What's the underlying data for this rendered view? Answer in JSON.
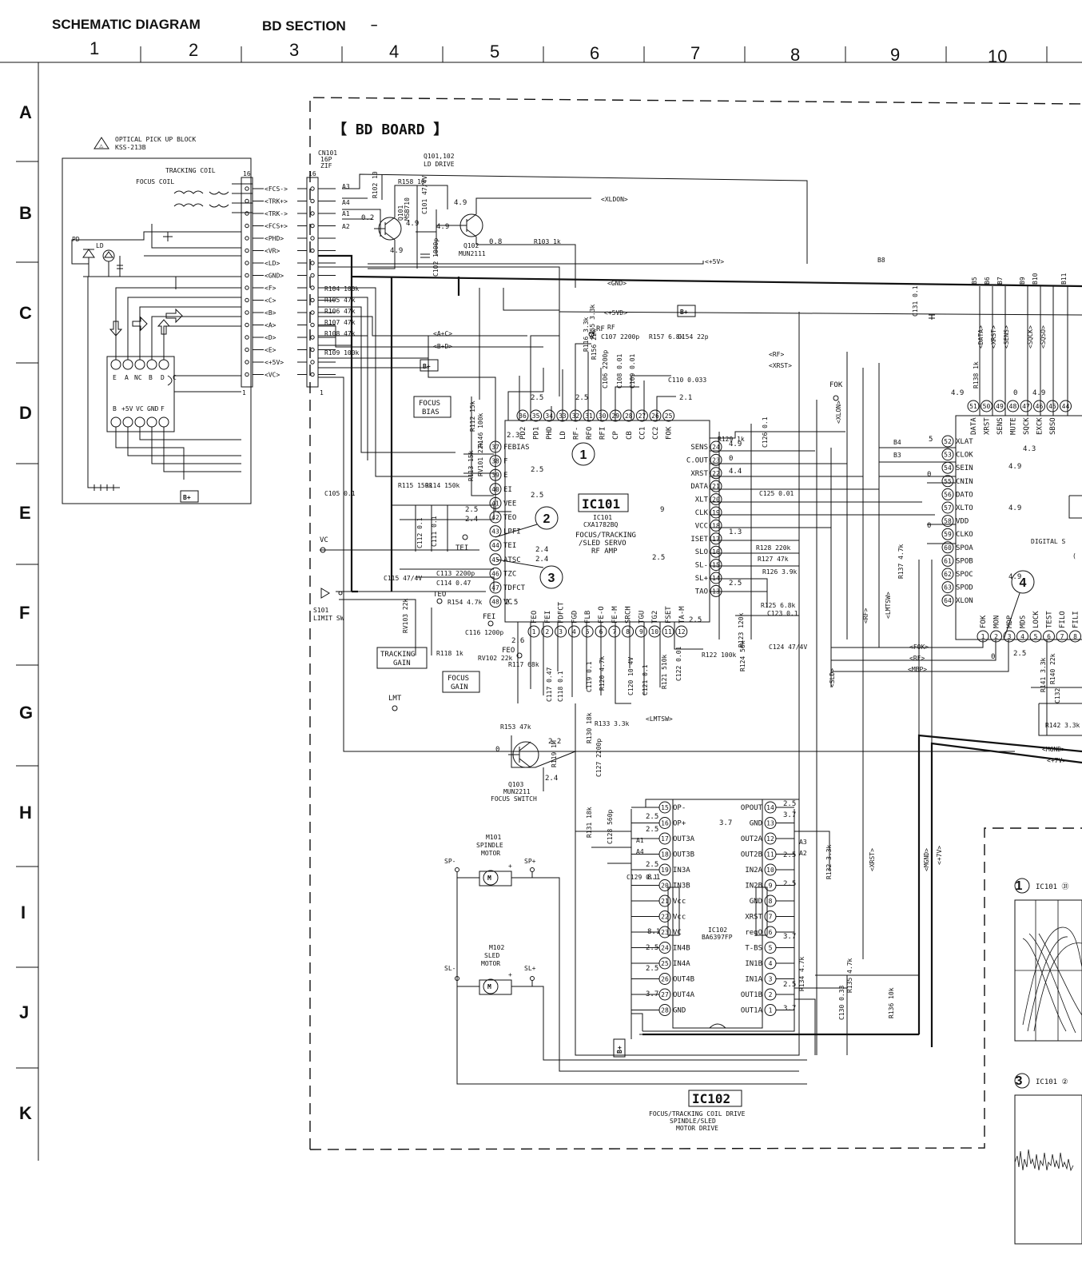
{
  "header": {
    "title": "SCHEMATIC DIAGRAM",
    "section": "BD SECTION",
    "dash": "–"
  },
  "grid": {
    "columns": [
      "1",
      "2",
      "3",
      "4",
      "5",
      "6",
      "7",
      "8",
      "9",
      "10"
    ],
    "rows": [
      "A",
      "B",
      "C",
      "D",
      "E",
      "F",
      "G",
      "H",
      "I",
      "J",
      "K"
    ]
  },
  "board": {
    "title": "【 BD BOARD 】"
  },
  "pickup": {
    "warning_symbol": "⚠",
    "title": "OPTICAL PICK UP BLOCK",
    "model": "KSS-213B",
    "tracking_coil": "TRACKING COIL",
    "focus_coil": "FOCUS COIL",
    "pd": "PD",
    "ld": "LD",
    "pins_top": [
      "E",
      "A",
      "NC",
      "B",
      "D",
      "C"
    ],
    "pins_bottom": [
      "B",
      "+5V",
      "VC",
      "GND",
      "F"
    ],
    "bplus": "B+"
  },
  "connector": {
    "ref": "CN101",
    "pins": "16P",
    "type": "ZIF",
    "pin_top": "16",
    "pin_bottom": "1",
    "signals": [
      "<FCS->",
      "<TRK+>",
      "<TRK->",
      "<FCS+>",
      "<PHD>",
      "<VR>",
      "<LD>",
      "<GND>",
      "<F>",
      "<C>",
      "<B>",
      "<A>",
      "<D>",
      "<E>",
      "<+5V>",
      "<VC>"
    ]
  },
  "ld_drive": {
    "title": "Q101,102",
    "subtitle": "LD DRIVE",
    "q101": "Q101",
    "q101_part": "MSB710",
    "q102": "Q102",
    "q102_part": "MUN2111",
    "r102": "R102 10",
    "r158": "R158 10",
    "c101": "C101 47/4V",
    "c102": "C102 1000p",
    "r103": "R103 1k",
    "v1": "0.2",
    "v2": "4.9",
    "v3": "4.9",
    "v4": "4.9",
    "v5": "0.8",
    "v6": "4.9",
    "nets": [
      "A3",
      "A4",
      "A1",
      "A2"
    ],
    "xldon": "<XLDON>"
  },
  "resistors_left": [
    "R104 100k",
    "R105 47k",
    "R106 47k",
    "R107 47k",
    "R108 47k",
    "R109 100k"
  ],
  "net_labels": {
    "gnd": "<GND>",
    "plus5v": "<+5V>",
    "plus5vd": "<+5VD>",
    "ac": "<A+C>",
    "bd": "<B+D>",
    "rf": "<RF>",
    "xrst": "<XRST>",
    "lmtsw": "<LMTSW>",
    "fok": "<FOK>",
    "mbp": "<MBP>",
    "mgnd": "<MGND>",
    "plus7v": "<+7V>",
    "sld": "<SLD>",
    "xlon": "<XLON>",
    "rf_v": "<RF>",
    "lmtsw_v": "<LMTSW>",
    "xrst_v": "<XRST>",
    "mgnd_v": "<MGND>",
    "p7v_v": "<+7V>",
    "bplus": "B+"
  },
  "ic101": {
    "name": "IC101",
    "part": "IC101",
    "part2": "CXA1782BQ",
    "desc1": "FOCUS/TRACKING",
    "desc2": "/SLED SERVO",
    "desc3": "RF AMP",
    "top_pins": [
      {
        "n": "36",
        "l": "PD2"
      },
      {
        "n": "35",
        "l": "PD1"
      },
      {
        "n": "34",
        "l": "PHD"
      },
      {
        "n": "33",
        "l": "LD"
      },
      {
        "n": "32",
        "l": "RF-"
      },
      {
        "n": "31",
        "l": "RFO"
      },
      {
        "n": "30",
        "l": "RFI"
      },
      {
        "n": "29",
        "l": "CP"
      },
      {
        "n": "28",
        "l": "CB"
      },
      {
        "n": "27",
        "l": "CC1"
      },
      {
        "n": "26",
        "l": "CC2"
      },
      {
        "n": "25",
        "l": "FOK"
      }
    ],
    "left_pins": [
      {
        "n": "37",
        "l": "FEBIAS"
      },
      {
        "n": "38",
        "l": "F"
      },
      {
        "n": "39",
        "l": "E"
      },
      {
        "n": "40",
        "l": "EI"
      },
      {
        "n": "41",
        "l": "VEE"
      },
      {
        "n": "42",
        "l": "TEO"
      },
      {
        "n": "43",
        "l": "LPFI"
      },
      {
        "n": "44",
        "l": "TEI"
      },
      {
        "n": "45",
        "l": "ATSC"
      },
      {
        "n": "46",
        "l": "TZC"
      },
      {
        "n": "47",
        "l": "TDFCT"
      },
      {
        "n": "48",
        "l": "VC"
      }
    ],
    "right_pins": [
      {
        "n": "24",
        "l": "SENS"
      },
      {
        "n": "23",
        "l": "C.OUT"
      },
      {
        "n": "22",
        "l": "XRST"
      },
      {
        "n": "21",
        "l": "DATA"
      },
      {
        "n": "20",
        "l": "XLT"
      },
      {
        "n": "19",
        "l": "CLK"
      },
      {
        "n": "18",
        "l": "VCC"
      },
      {
        "n": "17",
        "l": "ISET"
      },
      {
        "n": "16",
        "l": "SLO"
      },
      {
        "n": "15",
        "l": "SL-"
      },
      {
        "n": "14",
        "l": "SL+"
      },
      {
        "n": "13",
        "l": "TAO"
      }
    ],
    "bottom_pins": [
      {
        "n": "1",
        "l": "FEO"
      },
      {
        "n": "2",
        "l": "FEI"
      },
      {
        "n": "3",
        "l": "FDFCT"
      },
      {
        "n": "4",
        "l": "FGD"
      },
      {
        "n": "5",
        "l": "FLB"
      },
      {
        "n": "6",
        "l": "FE-O"
      },
      {
        "n": "7",
        "l": "FE-M"
      },
      {
        "n": "8",
        "l": "SRCH"
      },
      {
        "n": "9",
        "l": "TGU"
      },
      {
        "n": "10",
        "l": "TG2"
      },
      {
        "n": "11",
        "l": "FSET"
      },
      {
        "n": "12",
        "l": "TA-M"
      }
    ]
  },
  "ic101_voltages": {
    "v23": "2.3",
    "v25": "2.5",
    "v25b": "2.5",
    "v24": "2.4",
    "v25c": "2.5",
    "v24b": "2.4",
    "v24c": "2.4",
    "v25d": "2.5",
    "v49": "4.9",
    "v0": "0",
    "v44": "4.4",
    "v13": "1.3",
    "v25e": "2.5",
    "v25f": "2.5",
    "v26": "2.6",
    "v9": "9",
    "v25g": "2.5",
    "v25h": "2.5",
    "v25i": "2.5",
    "v21": "2.1"
  },
  "ic101_parts": [
    "R116 3.3k",
    "C107 2200p",
    "R157 6.8k",
    "C154 22p",
    "C106 2200p",
    "C108 0.01",
    "C109 0.01",
    "C110 0.033",
    "R129 1k",
    "C125 0.01",
    "C126 0.1",
    "R128 220k",
    "R127 47k",
    "R126 3.9k",
    "R123 120k",
    "R125 6.8k",
    "C123 0.1",
    "R122 100k",
    "R124 56k",
    "C124 47/4V",
    "R112 15k",
    "R146 100k",
    "RV101 22k",
    "R113 15k",
    "R115 150k",
    "R114 150k",
    "C105 0.1",
    "C112 0.1",
    "C111 0.1",
    "C115 47/4V",
    "C113 2200p",
    "C114 0.47",
    "R154 4.7k",
    "RV103 22k",
    "C116 1200p",
    "R118 1k",
    "RV102 22k",
    "R117 68k",
    "C117 0.47",
    "C118 0.1",
    "C119 0.1",
    "R120 4.7k",
    "C120 10 4V",
    "C121 0.1",
    "R121 510k",
    "C122 0.01",
    "R119 1M",
    "R130 18k",
    "C127 2200p",
    "R131 18k",
    "C128 560p",
    "R133 3.3k",
    "R153 47k",
    "C129 0.1",
    "R132 3.3k",
    "R134 4.7k",
    "R135 4.7k",
    "C130 0.33",
    "R136 10k",
    "R156 22k",
    "RF",
    "R155 3.3k",
    "C131 0.1",
    "R138 1k",
    "R137 4.7k",
    "R140 22k",
    "R141 3.3k",
    "R142 3.3k",
    "C132"
  ],
  "focus_bias": {
    "l1": "FOCUS",
    "l2": "BIAS"
  },
  "tracking_gain": {
    "l1": "TRACKING",
    "l2": "GAIN"
  },
  "focus_gain": {
    "l1": "FOCUS",
    "l2": "GAIN"
  },
  "test_points": {
    "vc": "VC",
    "tei": "TEI",
    "teo": "TEO",
    "fei": "FEI",
    "feo": "FEO",
    "lmt": "LMT",
    "fok": "FOK",
    "rf": "RF"
  },
  "limit_sw": {
    "ref": "S101",
    "label": "LIMIT SW"
  },
  "q103": {
    "ref": "Q103",
    "part": "MUN2211",
    "desc": "FOCUS SWITCH",
    "v0": "0",
    "v22": "2.2",
    "v24": "2.4"
  },
  "ic102": {
    "name": "IC102",
    "part": "IC102",
    "part2": "BA6397FP",
    "desc1": "FOCUS/TRACKING COIL DRIVE",
    "desc2": "SPINDLE/SLED",
    "desc3": "MOTOR DRIVE",
    "left_pins": [
      {
        "n": "15",
        "l": "OP-"
      },
      {
        "n": "16",
        "l": "OP+"
      },
      {
        "n": "17",
        "l": "OUT3A"
      },
      {
        "n": "18",
        "l": "OUT3B"
      },
      {
        "n": "19",
        "l": "IN3A"
      },
      {
        "n": "20",
        "l": "IN3B"
      },
      {
        "n": "21",
        "l": "Vcc"
      },
      {
        "n": "22",
        "l": "Vcc"
      },
      {
        "n": "23",
        "l": "VC"
      },
      {
        "n": "24",
        "l": "IN4B"
      },
      {
        "n": "25",
        "l": "IN4A"
      },
      {
        "n": "26",
        "l": "OUT4B"
      },
      {
        "n": "27",
        "l": "OUT4A"
      },
      {
        "n": "28",
        "l": "GND"
      }
    ],
    "right_pins": [
      {
        "n": "14",
        "l": "OPOUT"
      },
      {
        "n": "13",
        "l": "GND"
      },
      {
        "n": "12",
        "l": "OUT2A"
      },
      {
        "n": "11",
        "l": "OUT2B"
      },
      {
        "n": "10",
        "l": "IN2A"
      },
      {
        "n": "9",
        "l": "IN2B"
      },
      {
        "n": "8",
        "l": "GND"
      },
      {
        "n": "7",
        "l": "XRST"
      },
      {
        "n": "6",
        "l": "regO"
      },
      {
        "n": "5",
        "l": "T-BS"
      },
      {
        "n": "4",
        "l": "IN1B"
      },
      {
        "n": "3",
        "l": "IN1A"
      },
      {
        "n": "2",
        "l": "OUT1B"
      },
      {
        "n": "1",
        "l": "OUT1A"
      }
    ],
    "volts": [
      "2.5",
      "2.5",
      "3.7",
      "2.5",
      "8.1",
      "8.1",
      "2.5",
      "2.5",
      "3.7",
      "2.5",
      "3.7",
      "2.5",
      "2.5",
      "3.7",
      "2.5",
      "3.7"
    ],
    "nets": [
      "A1",
      "A4",
      "A3",
      "A2"
    ]
  },
  "m101": {
    "ref": "M101",
    "l1": "SPINDLE",
    "l2": "MOTOR",
    "sp_minus": "SP-",
    "sp_plus": "SP+",
    "m": "M",
    "plus": "+"
  },
  "m102": {
    "ref": "M102",
    "l1": "SLED",
    "l2": "MOTOR",
    "sl_minus": "SL-",
    "sl_plus": "SL+",
    "m": "M",
    "plus": "+"
  },
  "ic103": {
    "desc": "DIGITAL S",
    "desc_pre": "(",
    "top_pins": [
      {
        "n": "51",
        "l": "DATA"
      },
      {
        "n": "50",
        "l": "XRST"
      },
      {
        "n": "49",
        "l": "SENS"
      },
      {
        "n": "48",
        "l": "MUTE"
      },
      {
        "n": "47",
        "l": "SQCK"
      },
      {
        "n": "46",
        "l": "EXCK"
      },
      {
        "n": "45",
        "l": "SBSO"
      },
      {
        "n": "44",
        "l": ""
      }
    ],
    "left_pins": [
      {
        "n": "52",
        "l": "XLAT"
      },
      {
        "n": "53",
        "l": "CLOK"
      },
      {
        "n": "54",
        "l": "SEIN"
      },
      {
        "n": "55",
        "l": "CNIN"
      },
      {
        "n": "56",
        "l": "DATO"
      },
      {
        "n": "57",
        "l": "XLTO"
      },
      {
        "n": "58",
        "l": "VDD"
      },
      {
        "n": "59",
        "l": "CLKO"
      },
      {
        "n": "60",
        "l": "SPOA"
      },
      {
        "n": "61",
        "l": "SPOB"
      },
      {
        "n": "62",
        "l": "SPOC"
      },
      {
        "n": "63",
        "l": "SPOD"
      },
      {
        "n": "64",
        "l": "XLON"
      }
    ],
    "bottom_pins": [
      {
        "n": "1",
        "l": "FOK"
      },
      {
        "n": "2",
        "l": "MON"
      },
      {
        "n": "3",
        "l": "MDP"
      },
      {
        "n": "4",
        "l": "MDS"
      },
      {
        "n": "5",
        "l": "LOCK"
      },
      {
        "n": "6",
        "l": "TEST"
      },
      {
        "n": "7",
        "l": "FILO"
      },
      {
        "n": "8",
        "l": "FILI"
      }
    ],
    "top_signals": [
      "<DATA>",
      "<XRST>",
      "<SENS>",
      "<SQCK>",
      "<SQSO>"
    ],
    "busses": [
      "B5",
      "B6",
      "B7",
      "B9",
      "B10",
      "B11"
    ],
    "b8": "B8",
    "b4": "B4",
    "b3": "B3",
    "v49a": "4.9",
    "v49b": "4.9",
    "v49c": "4.9",
    "v49d": "4.9",
    "v49e": "4.9",
    "v43": "4.3",
    "v0a": "0",
    "v0b": "0",
    "v0c": "0",
    "v5": "5",
    "v25": "2.5",
    "v0d": "0"
  },
  "waveforms": {
    "w1_label": "IC101 ㉛",
    "w3_label": "IC101 ②"
  },
  "markers": {
    "m1": "1",
    "m2": "2",
    "m3": "3",
    "m4": "4"
  }
}
